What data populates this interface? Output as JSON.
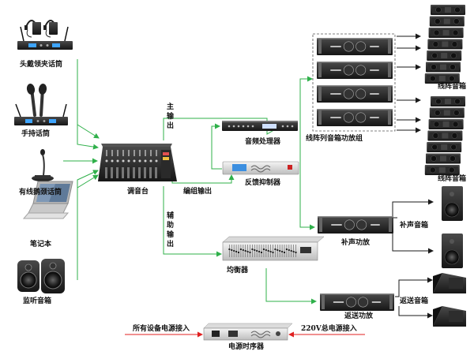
{
  "labels": {
    "headset_mic": "头戴领夹话筒",
    "handheld_mic": "手持话筒",
    "gooseneck_mic": "有线鹅颈话筒",
    "laptop": "笔记本",
    "monitor_speakers": "监听音箱",
    "mixer": "调音台",
    "main_out": "主输出",
    "group_out": "编组输出",
    "aux_out": "辅助输出",
    "audio_processor": "音频处理器",
    "feedback_suppressor": "反馈抑制器",
    "equalizer": "均衡器",
    "line_array_amp_group": "线阵列音箱功放组",
    "line_array_speaker_top": "线阵音箱",
    "line_array_speaker_bottom": "线阵音箱",
    "fill_speaker": "补声音箱",
    "fill_amp": "补声功放",
    "return_speaker": "返送音箱",
    "return_amp": "返送功放",
    "power_sequencer": "电源时序器",
    "all_equipment_power": "所有设备电源接入",
    "main_power_220v": "220V总电源接入"
  },
  "colors": {
    "signal_line": "#2fb04a",
    "speaker_line": "#1a1a1a",
    "power_line": "#e02020",
    "amp_group_border": "#555555"
  }
}
